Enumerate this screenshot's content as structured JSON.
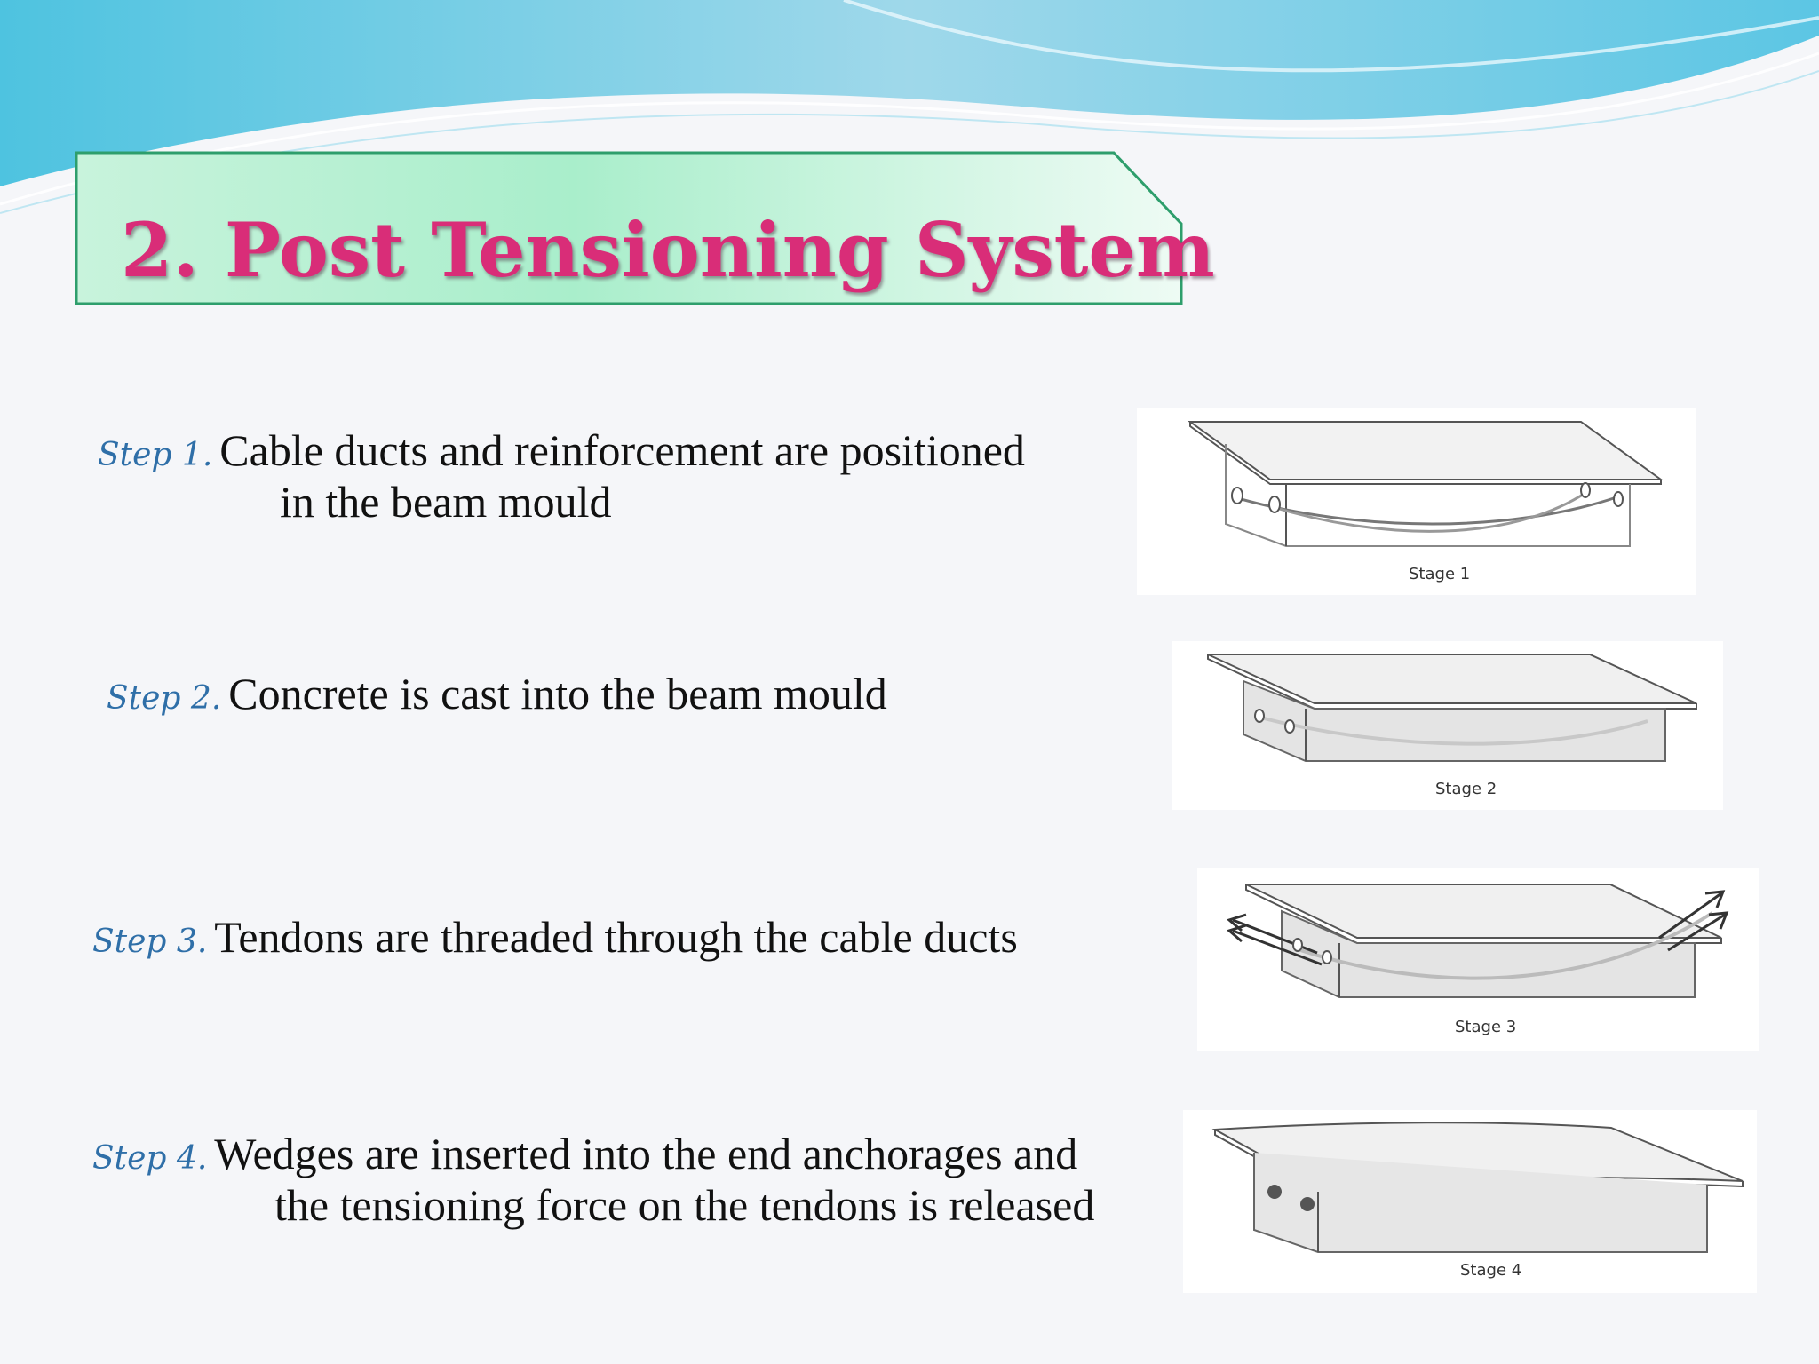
{
  "title": "2. Post Tensioning System",
  "steps": [
    {
      "label": "Step 1.",
      "line1": "Cable ducts and reinforcement are positioned",
      "line2": "in the beam mould",
      "stage": "Stage 1"
    },
    {
      "label": "Step 2.",
      "line1": "Concrete is cast into the beam mould",
      "line2": "",
      "stage": "Stage 2"
    },
    {
      "label": "Step 3.",
      "line1": "Tendons are threaded through the cable ducts",
      "line2": "",
      "stage": "Stage 3"
    },
    {
      "label": "Step 4.",
      "line1": "Wedges are inserted into the end anchorages and",
      "line2": "the tensioning force on the tendons is released",
      "stage": "Stage 4"
    }
  ],
  "colors": {
    "title": "#d92d78",
    "step_label": "#2f6fa8",
    "title_box_fill": "#b8f0d2",
    "title_box_border": "#2e9e6c",
    "wave_top": "#5fc9e6"
  }
}
